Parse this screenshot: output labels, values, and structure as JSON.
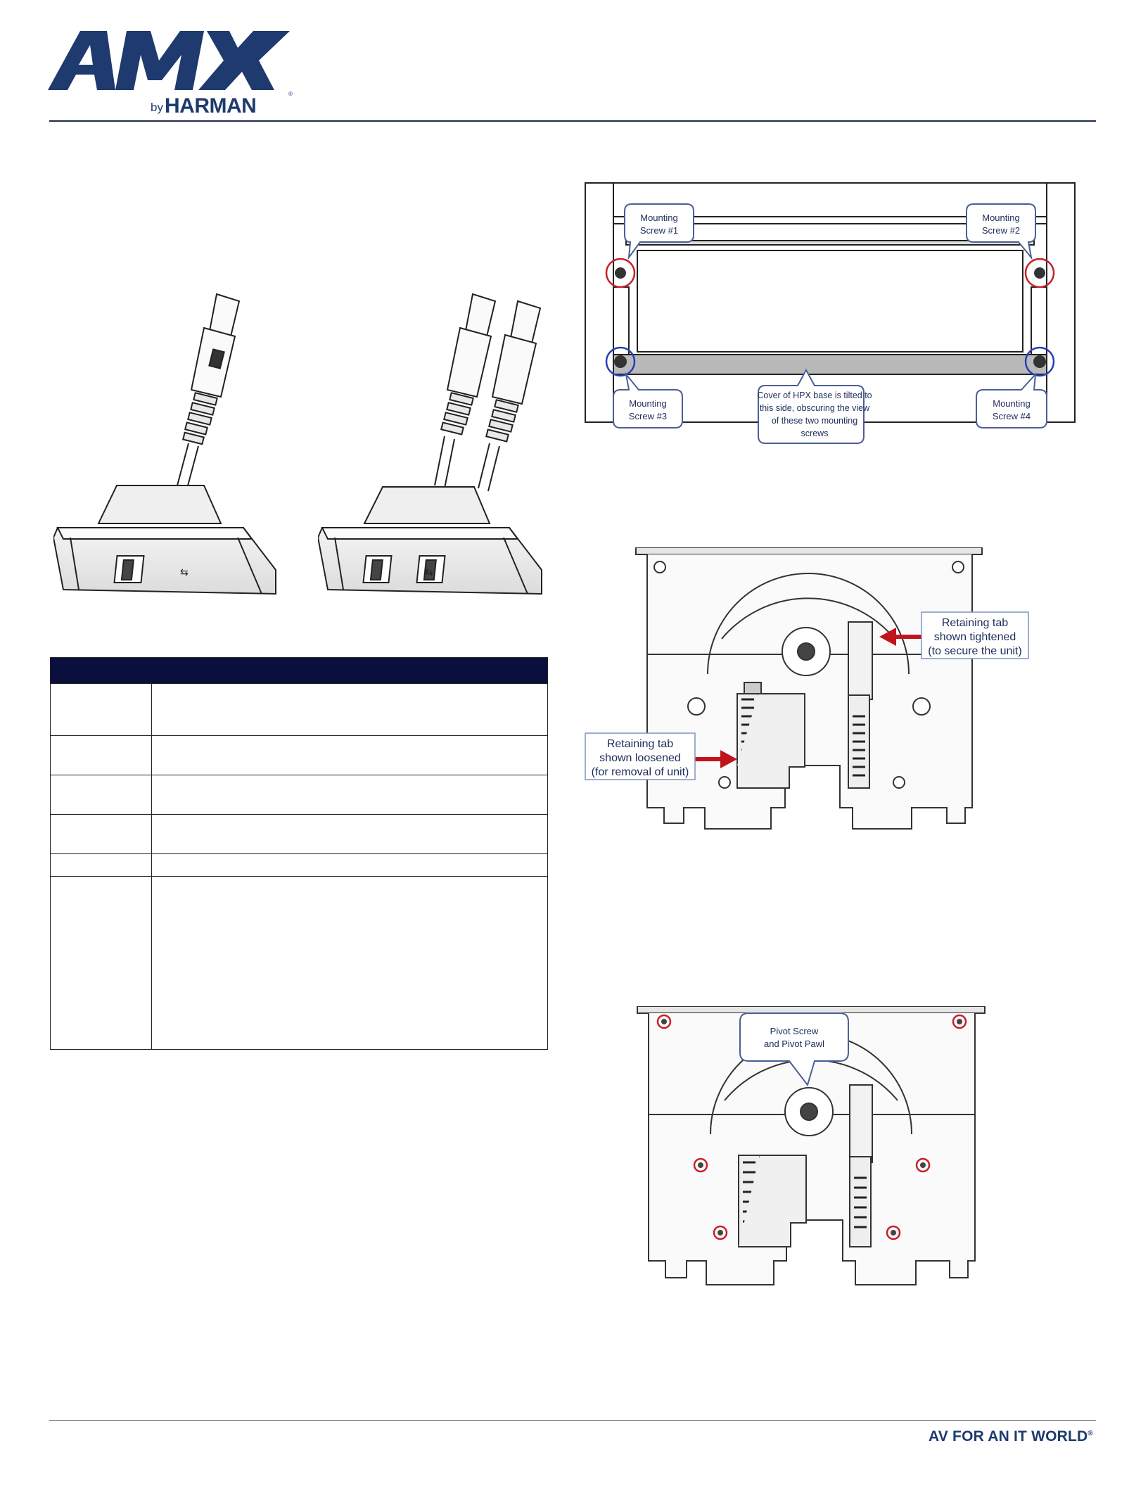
{
  "header": {
    "logo_text": "AMX",
    "logo_sub": "by HARMAN"
  },
  "footer": {
    "tagline": "AV FOR AN IT WORLD",
    "tagline_mark": "®"
  },
  "spec_table": {
    "header_color": "#0b0f3d",
    "rows": [
      {
        "label": "",
        "value": ""
      },
      {
        "label": "",
        "value": ""
      },
      {
        "label": "",
        "value": ""
      },
      {
        "label": "",
        "value": ""
      },
      {
        "label": "",
        "value": ""
      },
      {
        "label": "",
        "value": ""
      }
    ]
  },
  "figure_screws": {
    "callouts": {
      "screw1_l1": "Mounting",
      "screw1_l2": "Screw #1",
      "screw2_l1": "Mounting",
      "screw2_l2": "Screw #2",
      "screw3_l1": "Mounting",
      "screw3_l2": "Screw #3",
      "screw4_l1": "Mounting",
      "screw4_l2": "Screw #4",
      "cover_l1": "Cover of HPX base is tilted to",
      "cover_l2": "this side, obscuring the view",
      "cover_l3": "of these two mounting",
      "cover_l4": "screws"
    },
    "colors": {
      "front_screws": "#c8202a",
      "rear_screws": "#2440b8"
    }
  },
  "figure_tabs": {
    "callouts": {
      "tight_l1": "Retaining tab",
      "tight_l2": "shown tightened",
      "tight_l3": "(to secure the unit)",
      "loose_l1": "Retaining tab",
      "loose_l2": "shown loosened",
      "loose_l3": "(for removal of unit)"
    },
    "arrow_color": "#c0141c"
  },
  "figure_pivot": {
    "callouts": {
      "pivot_l1": "Pivot Screw",
      "pivot_l2": "and Pivot Pawl"
    },
    "marker_color": "#c8202a"
  }
}
